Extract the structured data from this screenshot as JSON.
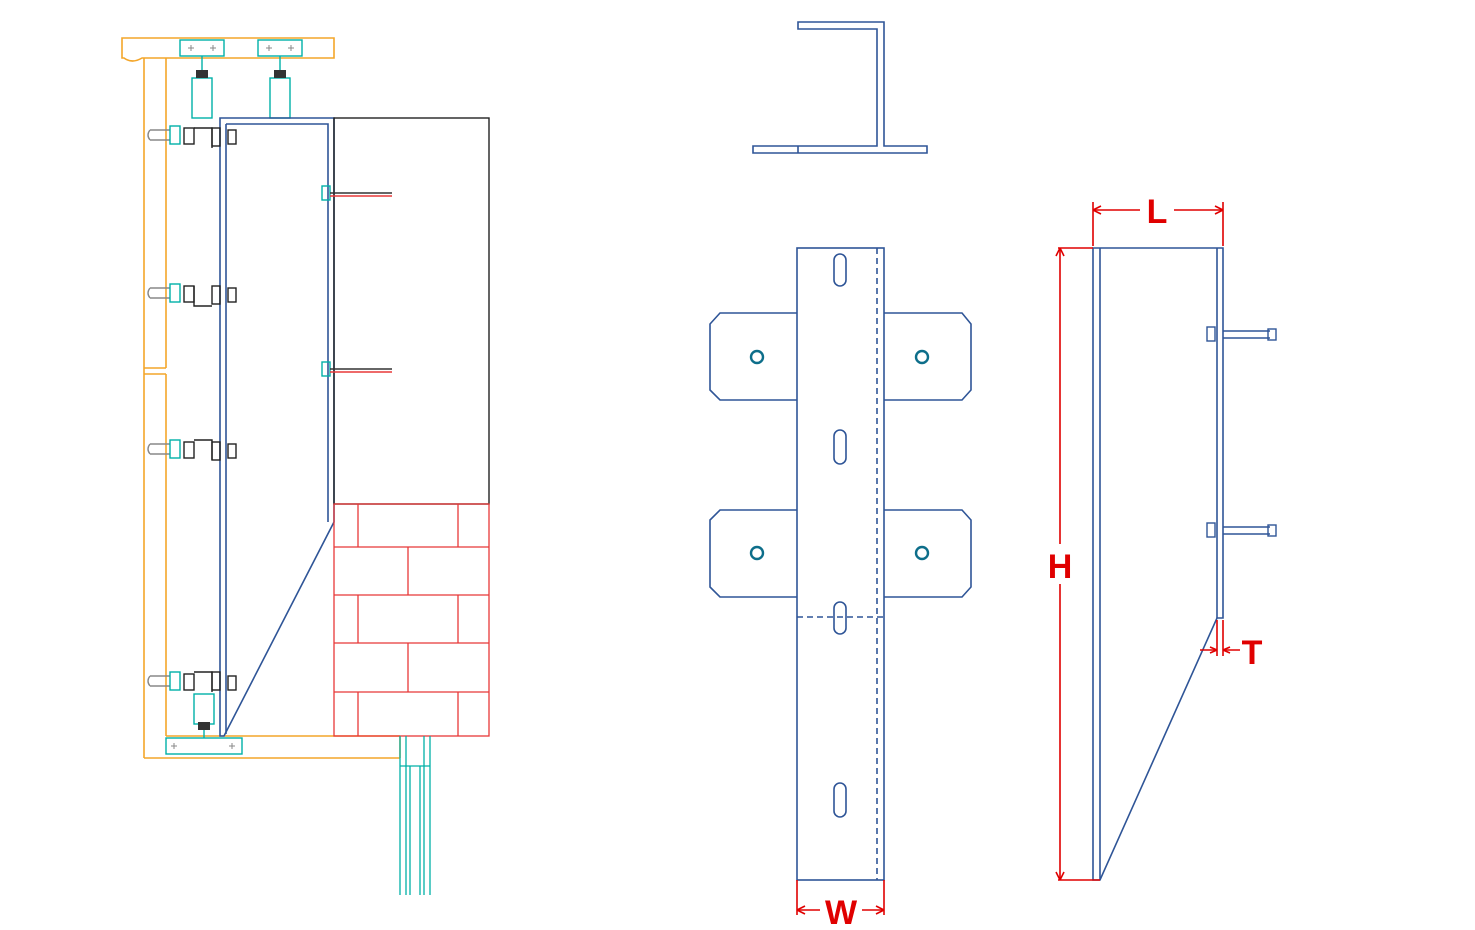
{
  "dimensions": {
    "length": "L",
    "height": "H",
    "width": "W",
    "thickness": "T"
  },
  "colors": {
    "bracket": "#2f5597",
    "dimension": "#e00000",
    "cladding": "#f4a62a",
    "fixings": "#00b0a8",
    "brick": "#e83838",
    "structure": "#222222",
    "hole": "#0d6e8a"
  },
  "views": {
    "section": "cladding-support-section",
    "plan": "bracket-plan-view",
    "front": "bracket-front-elevation",
    "side": "bracket-side-elevation"
  }
}
